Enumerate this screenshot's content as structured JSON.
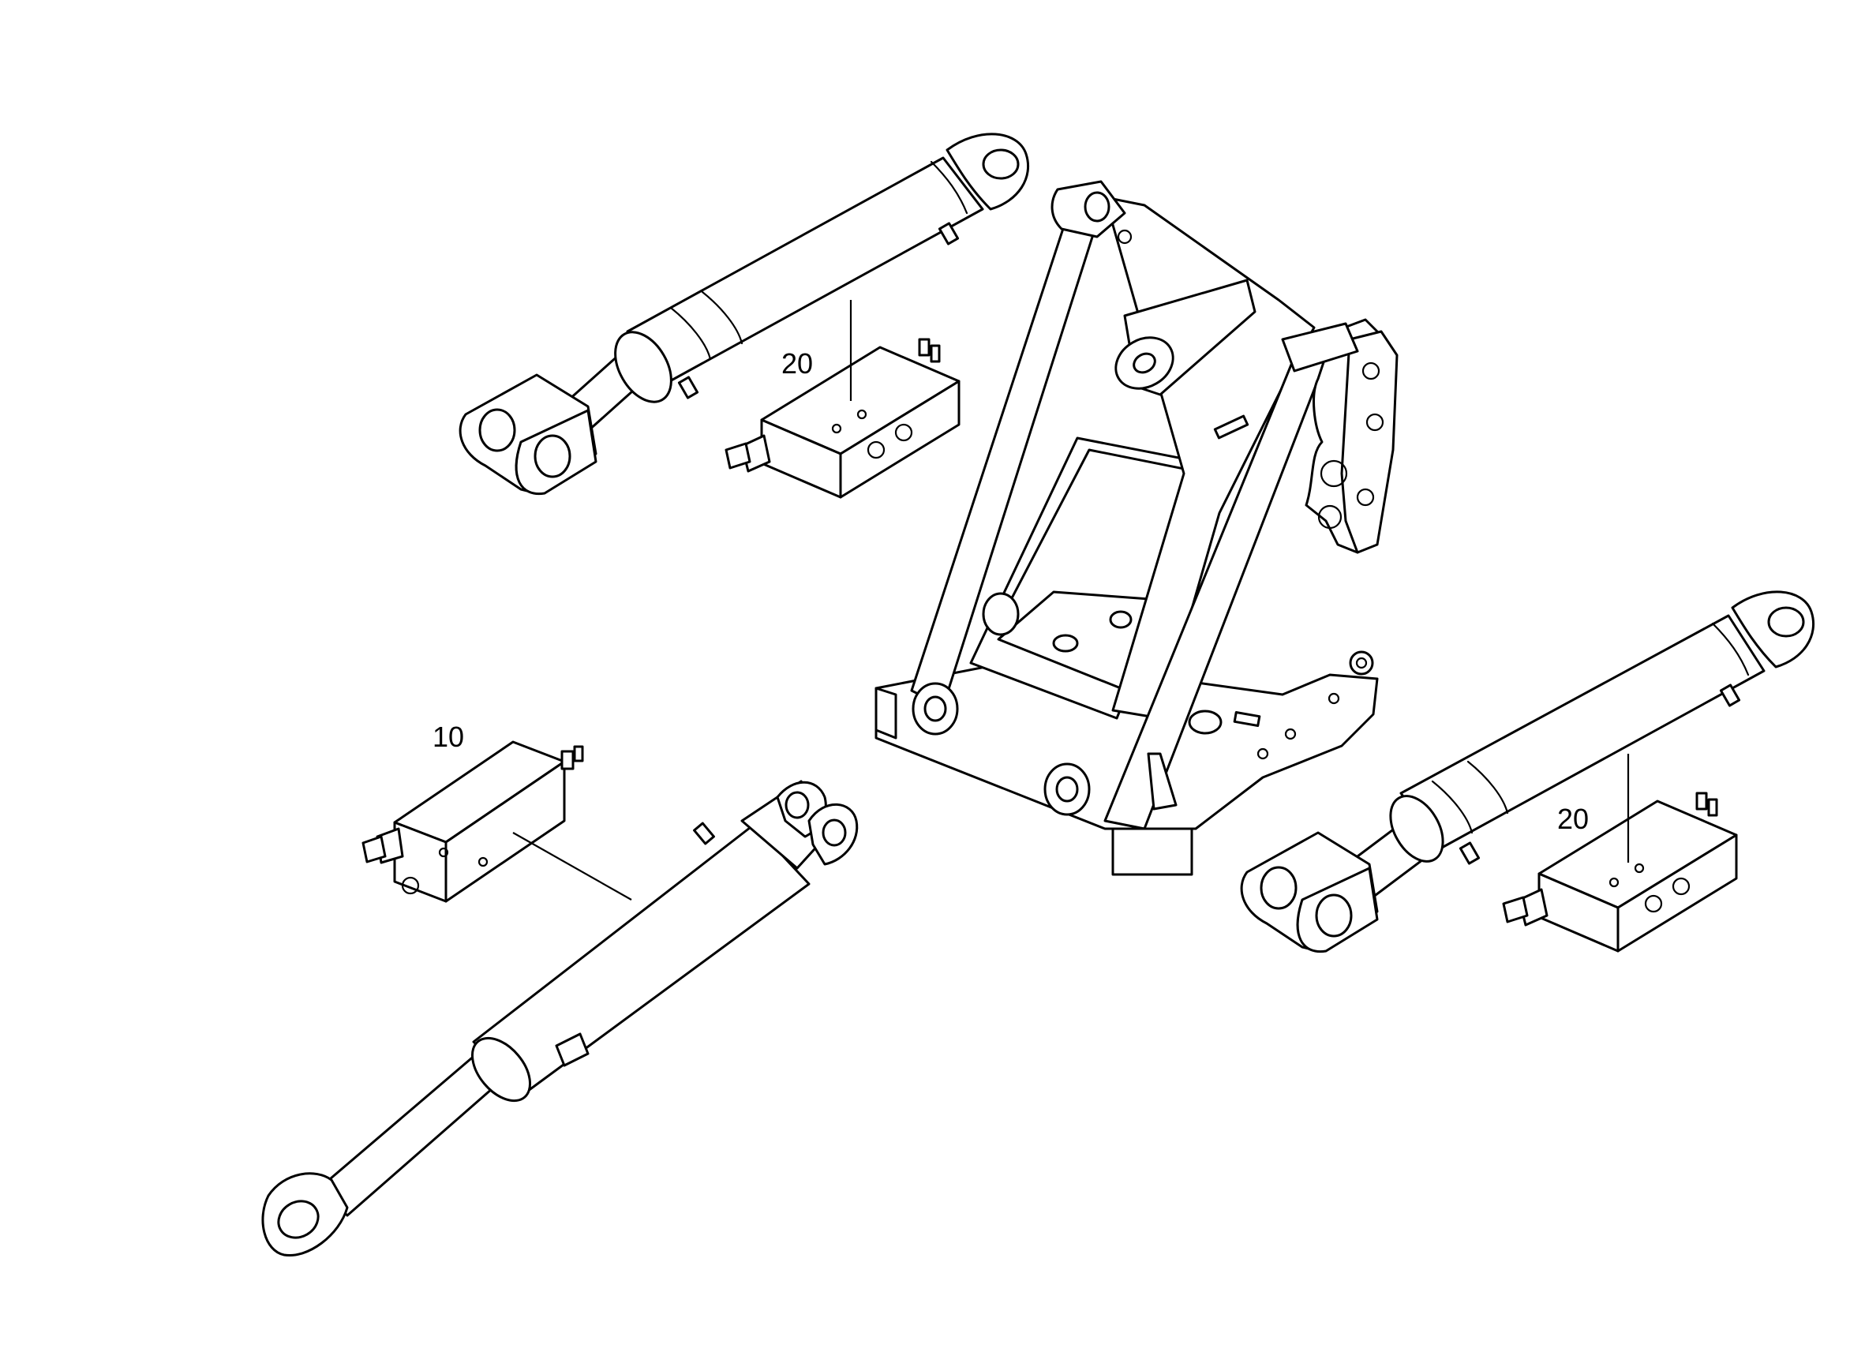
{
  "callouts": {
    "valve_top": "20",
    "valve_left": "10",
    "valve_right": "20"
  },
  "colors": {
    "line": "#000000",
    "background": "#ffffff"
  }
}
